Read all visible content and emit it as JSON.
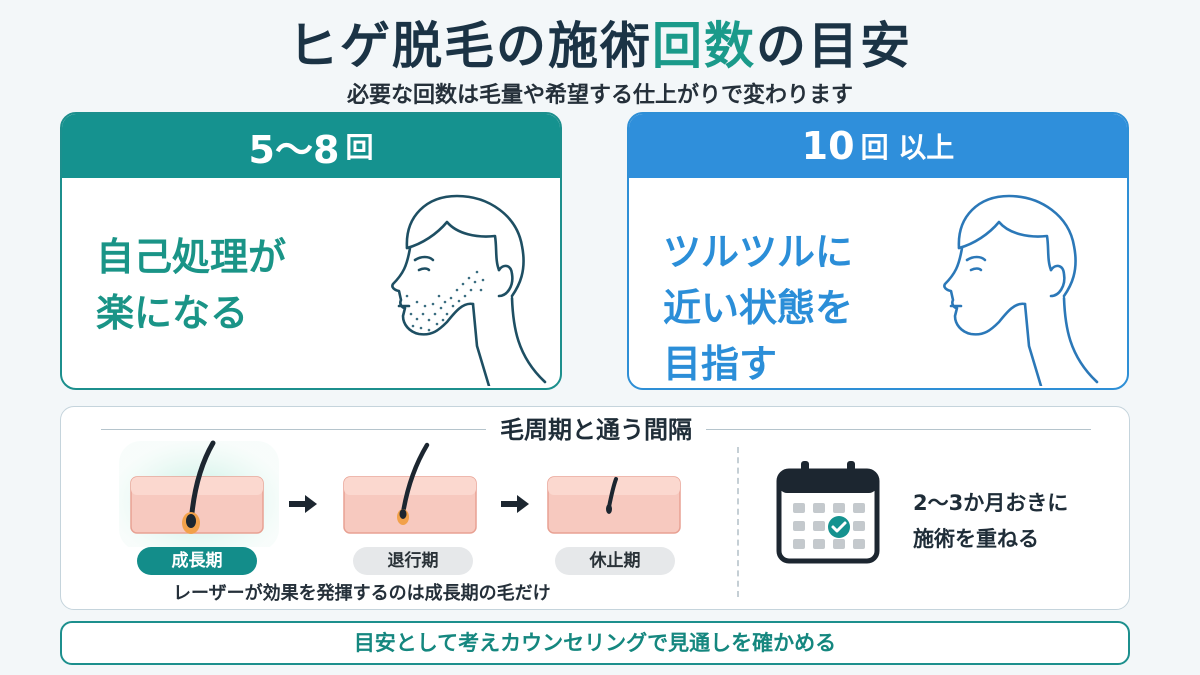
{
  "header": {
    "title_before": "ヒゲ脱毛の施術",
    "title_accent": "回数",
    "title_after": "の目安",
    "subtitle": "必要な回数は毛量や希望する仕上がりで変わります"
  },
  "cards": [
    {
      "count": "5〜8",
      "unit": "回",
      "lines": [
        "自己処理が",
        "楽になる"
      ]
    },
    {
      "count": "10",
      "unit": "回 以上",
      "lines": [
        "ツルツルに",
        "近い状態を",
        "目指す"
      ]
    }
  ],
  "cycle": {
    "title": "毛周期と通う間隔",
    "stages": [
      "成長期",
      "退行期",
      "休止期"
    ],
    "note": "レーザーが効果を発揮するのは成長期の毛だけ",
    "interval_lines": [
      "2〜3か月おきに",
      "施術を重ねる"
    ]
  },
  "footer": {
    "text": "目安として考えカウンセリングで見通しを確かめる"
  },
  "colors": {
    "teal": "#15928f",
    "blue": "#2f8fdb",
    "navy": "#1b3345"
  },
  "icons": [
    "face-bearded-icon",
    "face-smooth-icon",
    "hair-follicle-icon",
    "arrow-right-icon",
    "calendar-check-icon"
  ]
}
